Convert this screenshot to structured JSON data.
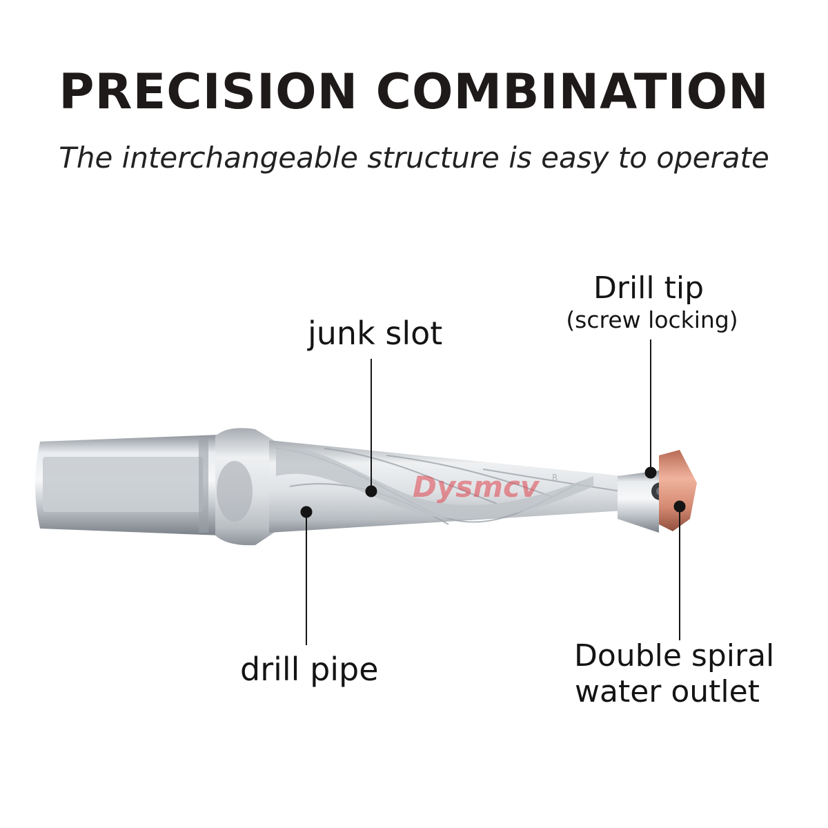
{
  "header": {
    "title": "PRECISION COMBINATION",
    "subtitle": "The interchangeable structure is easy to operate"
  },
  "callouts": {
    "junk_slot": "junk slot",
    "drill_tip": "Drill tip",
    "drill_tip_note": "(screw locking)",
    "drill_pipe": "drill pipe",
    "water_outlet_line1": "Double spiral",
    "water_outlet_line2": "water outlet"
  },
  "watermark": {
    "brand": "Dysmcv",
    "mark": "R"
  },
  "colors": {
    "steel": "#cfd3d8",
    "insert": "#d9907a",
    "watermark": "#e0454f",
    "text": "#141414"
  }
}
